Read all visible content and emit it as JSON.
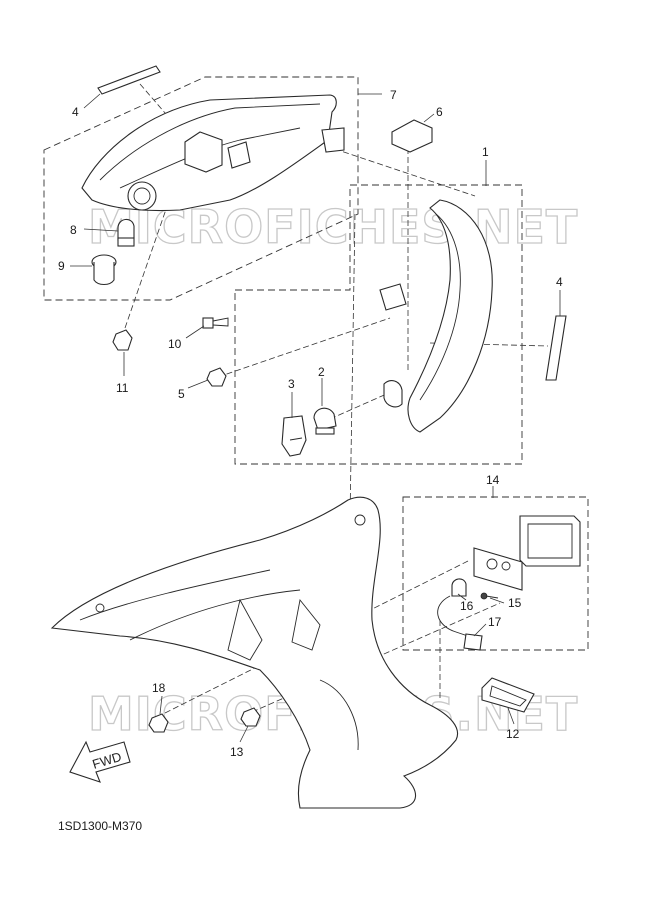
{
  "callouts": [
    {
      "id": "1",
      "text": "1"
    },
    {
      "id": "2",
      "text": "2"
    },
    {
      "id": "3",
      "text": "3"
    },
    {
      "id": "4a",
      "text": "4"
    },
    {
      "id": "4b",
      "text": "4"
    },
    {
      "id": "5",
      "text": "5"
    },
    {
      "id": "6",
      "text": "6"
    },
    {
      "id": "7",
      "text": "7"
    },
    {
      "id": "8",
      "text": "8"
    },
    {
      "id": "9",
      "text": "9"
    },
    {
      "id": "10",
      "text": "10"
    },
    {
      "id": "11",
      "text": "11"
    },
    {
      "id": "12",
      "text": "12"
    },
    {
      "id": "13",
      "text": "13"
    },
    {
      "id": "14",
      "text": "14"
    },
    {
      "id": "15",
      "text": "15"
    },
    {
      "id": "16",
      "text": "16"
    },
    {
      "id": "17",
      "text": "17"
    },
    {
      "id": "18",
      "text": "18"
    }
  ],
  "watermark_text": "MICROFICHES.NET",
  "fwd_label": "FWD",
  "diagram_code": "1SD1300-M370",
  "colors": {
    "line": "#2a2a2a",
    "watermark": "#c8c8c8",
    "background": "#ffffff"
  }
}
